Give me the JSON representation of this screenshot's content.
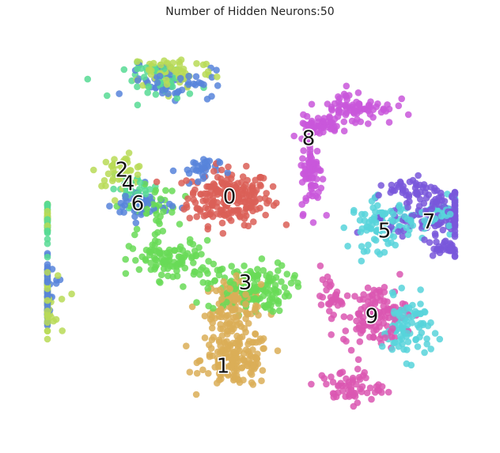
{
  "chart_data": {
    "type": "scatter",
    "title": "Number of Hidden Neurons:50",
    "xlabel": "",
    "ylabel": "",
    "axes_visible": false,
    "grid": false,
    "legend": "none",
    "marker_opacity": 0.85,
    "classes": [
      {
        "label": "0",
        "color": "#db5f57",
        "label_at": [
          0.0,
          0.0
        ],
        "blobs": [
          [
            0.0,
            0.0,
            0.6,
            0.55,
            220
          ]
        ]
      },
      {
        "label": "1",
        "color": "#dbae57",
        "label_at": [
          -0.1,
          -3.75
        ],
        "blobs": [
          [
            0.05,
            -2.5,
            0.4,
            0.6,
            120
          ],
          [
            0.1,
            -3.6,
            0.5,
            0.55,
            150
          ]
        ]
      },
      {
        "label": "2",
        "color": "#b9db57",
        "label_at": [
          -1.7,
          0.6
        ],
        "blobs": [
          [
            -1.7,
            0.6,
            0.35,
            0.3,
            40
          ],
          [
            -3.1,
            -2.4,
            0.35,
            0.6,
            70
          ],
          [
            -0.9,
            2.8,
            0.6,
            0.35,
            70
          ],
          [
            -3.3,
            -0.5,
            0.3,
            0.35,
            30
          ]
        ]
      },
      {
        "label": "3",
        "color": "#69db57",
        "label_at": [
          0.25,
          -1.9
        ],
        "blobs": [
          [
            0.3,
            -2.0,
            0.6,
            0.5,
            150
          ],
          [
            -0.9,
            -1.4,
            0.6,
            0.4,
            100
          ],
          [
            -1.2,
            -0.3,
            0.35,
            0.5,
            40
          ]
        ]
      },
      {
        "label": "4",
        "color": "#57db94",
        "label_at": [
          -1.6,
          0.3
        ],
        "blobs": [
          [
            -1.5,
            0.2,
            0.35,
            0.25,
            30
          ],
          [
            -3.8,
            -0.6,
            0.2,
            0.5,
            25
          ],
          [
            -1.0,
            2.6,
            0.6,
            0.35,
            40
          ]
        ]
      },
      {
        "label": "5",
        "color": "#57d3db",
        "label_at": [
          2.45,
          -0.75
        ],
        "blobs": [
          [
            2.4,
            -0.6,
            0.45,
            0.5,
            90
          ],
          [
            2.8,
            -2.9,
            0.35,
            0.6,
            90
          ],
          [
            3.3,
            -0.4,
            0.3,
            0.3,
            50
          ]
        ]
      },
      {
        "label": "6",
        "color": "#5784db",
        "label_at": [
          -1.45,
          -0.15
        ],
        "blobs": [
          [
            -1.4,
            -0.15,
            0.4,
            0.35,
            50
          ],
          [
            -3.1,
            -2.1,
            0.35,
            0.6,
            60
          ],
          [
            -0.9,
            2.6,
            0.6,
            0.35,
            60
          ],
          [
            -0.5,
            0.6,
            0.3,
            0.3,
            30
          ]
        ]
      },
      {
        "label": "7",
        "color": "#7957db",
        "label_at": [
          3.15,
          -0.55
        ],
        "blobs": [
          [
            3.3,
            -0.4,
            0.7,
            0.45,
            150
          ],
          [
            2.9,
            0.2,
            0.35,
            0.25,
            40
          ],
          [
            3.4,
            -1.1,
            0.3,
            0.2,
            30
          ]
        ]
      },
      {
        "label": "8",
        "color": "#c957db",
        "label_at": [
          1.25,
          1.3
        ],
        "blobs": [
          [
            1.3,
            0.5,
            0.15,
            0.75,
            70
          ],
          [
            2.0,
            2.0,
            0.55,
            0.35,
            80
          ],
          [
            1.4,
            1.6,
            0.3,
            0.2,
            40
          ]
        ]
      },
      {
        "label": "9",
        "color": "#db57b2",
        "label_at": [
          2.25,
          -2.65
        ],
        "blobs": [
          [
            2.3,
            -2.6,
            0.45,
            0.6,
            120
          ],
          [
            1.9,
            -4.2,
            0.45,
            0.35,
            60
          ],
          [
            1.6,
            -2.2,
            0.15,
            0.35,
            30
          ]
        ]
      }
    ]
  }
}
